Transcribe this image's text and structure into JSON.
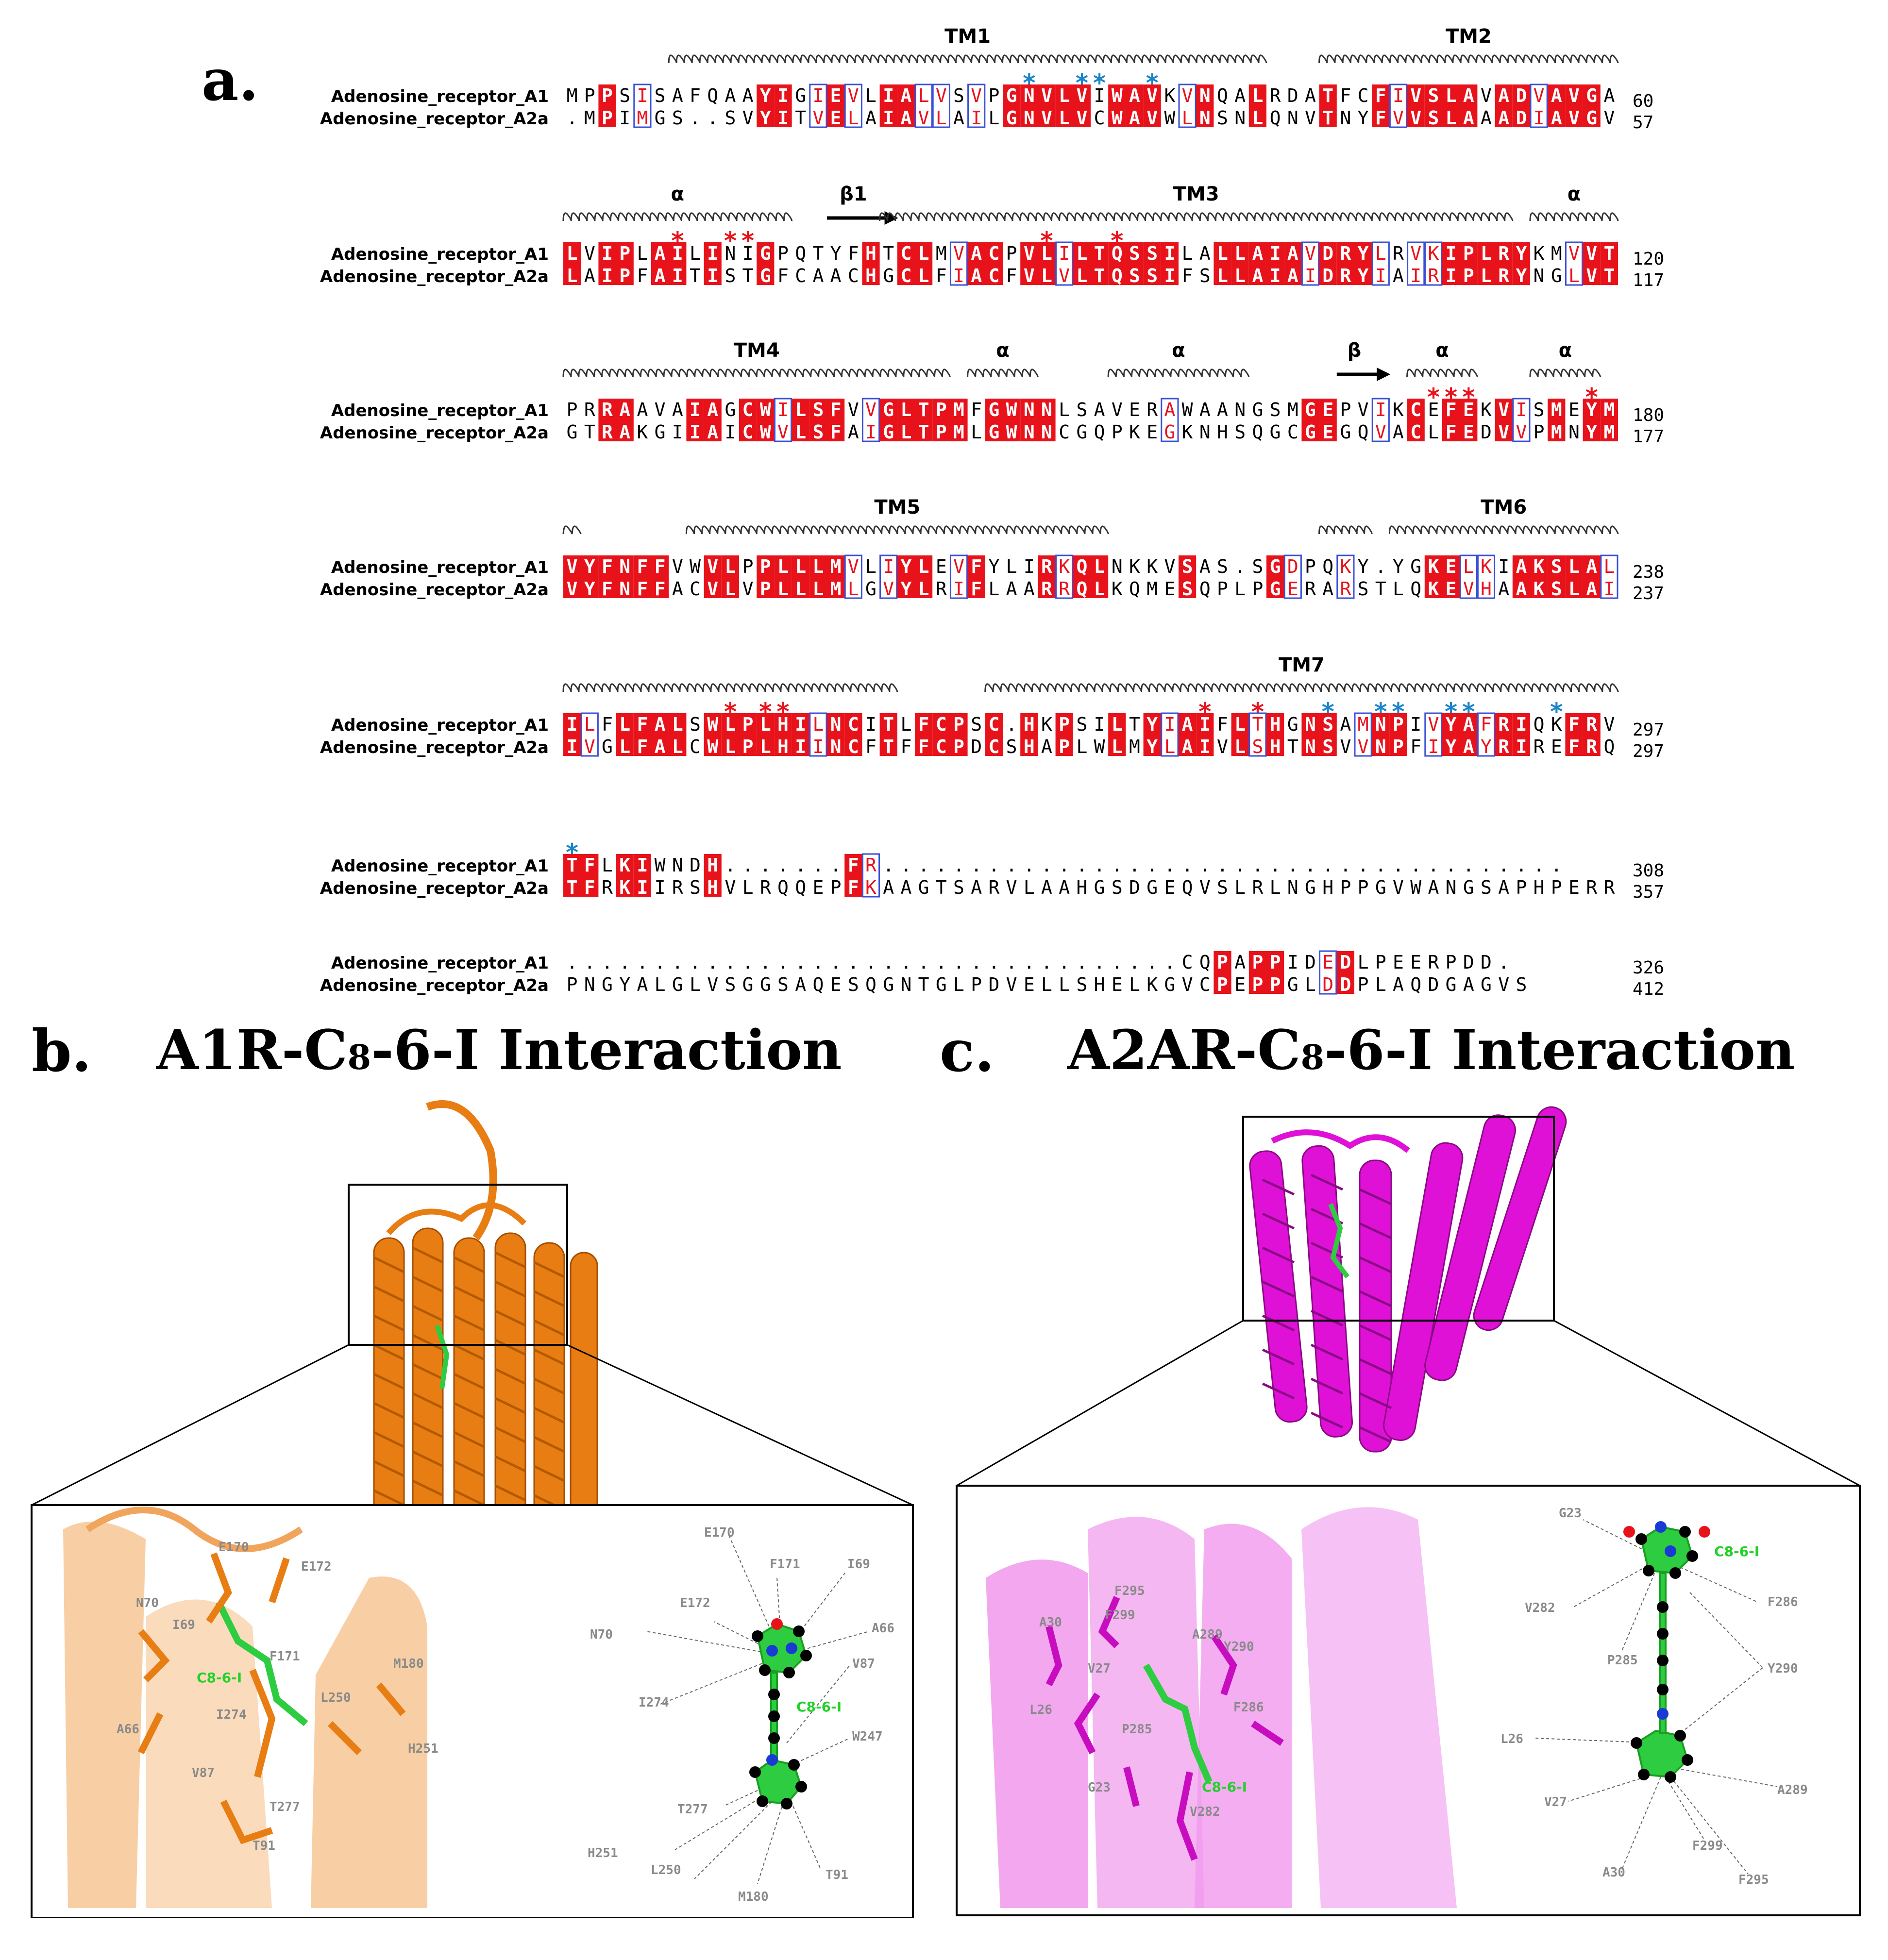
{
  "panels": {
    "a": {
      "letter": "a."
    },
    "b": {
      "letter": "b.",
      "title_pre": "A1R-C",
      "title_sub": "8",
      "title_post": "-6-I Interaction"
    },
    "c": {
      "letter": "c.",
      "title_pre": "A2AR-C",
      "title_sub": "8",
      "title_post": "-6-I Interaction"
    }
  },
  "alignment": {
    "seq_names": [
      "Adenosine_receptor_A1",
      "Adenosine_receptor_A2a"
    ],
    "colors": {
      "identical_bg": "#e8121b",
      "similar_box": "#3a4fd6",
      "star_red": "#e8121b",
      "star_blue": "#1a84c8"
    },
    "blocks": [
      {
        "elements": [
          {
            "label": "TM1",
            "type": "helix",
            "start": 6,
            "end": 39
          },
          {
            "label": "TM2",
            "type": "helix",
            "start": 43,
            "end": 59
          }
        ],
        "seq1": "MPPSISAFQAAYIGIEVLIALVSVPGNVLVIWAVKVNQALRDATFCFIVSLAVADVAVGA",
        "seq2": ".MPIMGS..SVYITVELAIAVLAILGNVLVCWAVWLNSNLQNVTNYFVVSLAAADIAVGV",
        "num1": "60",
        "num2": "57",
        "stars": [
          {
            "pos": 26,
            "color": "blue"
          },
          {
            "pos": 29,
            "color": "blue"
          },
          {
            "pos": 30,
            "color": "blue"
          },
          {
            "pos": 33,
            "color": "blue"
          }
        ]
      },
      {
        "elements": [
          {
            "label": "α",
            "type": "helix",
            "start": 0,
            "end": 12
          },
          {
            "label": "β1",
            "type": "arrow",
            "start": 15,
            "end": 17
          },
          {
            "label": "TM3",
            "type": "helix",
            "start": 18,
            "end": 53
          },
          {
            "label": "α",
            "type": "helix",
            "start": 55,
            "end": 59
          }
        ],
        "seq1": "LVIPLAILINIGPQTYFHTCLMVACPVLILTQSSILALLAIAVDRYLRVKIPLRYKMVVT",
        "seq2": "LAIPFAITISTGFCAACHGCLFIACFVLVLTQSSIFSLLAIAIDRYIAIRIPLRYNGLVT",
        "num1": "120",
        "num2": "117",
        "stars": [
          {
            "pos": 6,
            "color": "red"
          },
          {
            "pos": 9,
            "color": "red"
          },
          {
            "pos": 10,
            "color": "red"
          },
          {
            "pos": 27,
            "color": "red"
          },
          {
            "pos": 31,
            "color": "red"
          }
        ]
      },
      {
        "elements": [
          {
            "label": "TM4",
            "type": "helix",
            "start": 0,
            "end": 21
          },
          {
            "label": "α",
            "type": "helix",
            "start": 23,
            "end": 26
          },
          {
            "label": "α",
            "type": "helix",
            "start": 31,
            "end": 38
          },
          {
            "label": "β",
            "type": "arrow",
            "start": 44,
            "end": 45
          },
          {
            "label": "α",
            "type": "helix",
            "start": 48,
            "end": 51
          },
          {
            "label": "α",
            "type": "helix",
            "start": 55,
            "end": 58
          }
        ],
        "seq1": "PRRAAVAIAGCWILSFVVGLTPMFGWNNLSAVERAWAANGSMGEPVIKCEFEKVISMEYM",
        "seq2": "GTRAKGIIAICWVLSFAIGLTPMLGWNNCGQPKEGKNHSQGCGEGQVACLFEDVVPMNYM",
        "num1": "180",
        "num2": "177",
        "stars": [
          {
            "pos": 49,
            "color": "red"
          },
          {
            "pos": 50,
            "color": "red"
          },
          {
            "pos": 51,
            "color": "red"
          },
          {
            "pos": 58,
            "color": "red"
          }
        ]
      },
      {
        "elements": [
          {
            "label": "",
            "type": "helix",
            "start": 0,
            "end": 0
          },
          {
            "label": "TM5",
            "type": "helix",
            "start": 7,
            "end": 30
          },
          {
            "label": "",
            "type": "turn",
            "start": 43,
            "end": 45
          },
          {
            "label": "TM6",
            "type": "helix",
            "start": 47,
            "end": 59
          }
        ],
        "seq1": "VYFNFFVWVLPPLLLMVLIYLEVFYLIRKQLNKKVSAS.SGDPQKY.YGKELKIAKSLAL",
        "seq2": "VYFNFFACVLVPLLLMLGVYLRIFLAARRQLKQMESQPLPGERARSTLQKEVHAAKSLAI",
        "num1": "238",
        "num2": "237",
        "stars": []
      },
      {
        "elements": [
          {
            "label": "",
            "type": "helix",
            "start": 0,
            "end": 18
          },
          {
            "label": "TM7",
            "type": "helix",
            "start": 24,
            "end": 59
          }
        ],
        "seq1": "ILFLFALSWLPLHILNCITLFCPSC.HKPSILTYIAIFLTHGNSAMNPIVYAFRIQKFRV",
        "seq2": "IVGLFALCWLPLHIINCFTFFCPDCSHAPLWLMYLAIVLSHTNSVVNPFIYAYRIREFRQ",
        "num1": "297",
        "num2": "297",
        "stars": [
          {
            "pos": 9,
            "color": "red"
          },
          {
            "pos": 11,
            "color": "red"
          },
          {
            "pos": 12,
            "color": "red"
          },
          {
            "pos": 36,
            "color": "red"
          },
          {
            "pos": 39,
            "color": "red"
          },
          {
            "pos": 43,
            "color": "blue"
          },
          {
            "pos": 46,
            "color": "blue"
          },
          {
            "pos": 47,
            "color": "blue"
          },
          {
            "pos": 50,
            "color": "blue"
          },
          {
            "pos": 51,
            "color": "blue"
          },
          {
            "pos": 56,
            "color": "blue"
          }
        ]
      },
      {
        "elements": [],
        "seq1": "TFLKIWNDH.......FR.......................................",
        "seq2": "TFRKIIRSHVLRQQEPFKAAGTSARVLAAHGSDGEQVSLRLNGHPPGVWANGSAPHPERR",
        "num1": "308",
        "num2": "357",
        "stars": [
          {
            "pos": 0,
            "color": "blue"
          }
        ]
      },
      {
        "elements": [],
        "seq1": "...................................CQPAPPIDEDLPEERPDD.",
        "seq2": "PNGYALGLVSGGSAQESQGNTGLPDVELLSHELKGVCPEPPGLDDPLAQDGAGVS",
        "num1": "326",
        "num2": "412",
        "stars": []
      }
    ]
  },
  "figure_b": {
    "ligand_label": "C8-6-I",
    "zoom_residues": [
      "E170",
      "E172",
      "N70",
      "I69",
      "F171",
      "M180",
      "L250",
      "H251",
      "A66",
      "I274",
      "V87",
      "T277",
      "T91"
    ],
    "diagram_residues": [
      "E170",
      "I69",
      "F171",
      "E172",
      "N70",
      "A66",
      "I274",
      "V87",
      "W247",
      "T277",
      "H251",
      "L250",
      "T91",
      "M180"
    ],
    "diagram_ligand_label": "C8-6-I"
  },
  "figure_c": {
    "ligand_label": "C8-6-I",
    "zoom_residues": [
      "F295",
      "A30",
      "F299",
      "A289",
      "Y290",
      "V27",
      "L26",
      "F286",
      "P285",
      "G23",
      "V282"
    ],
    "diagram_residues": [
      "G23",
      "V282",
      "F286",
      "P285",
      "Y290",
      "L26",
      "A289",
      "V27",
      "F299",
      "A30",
      "F295"
    ],
    "diagram_ligand_label": "C8-6-I"
  }
}
